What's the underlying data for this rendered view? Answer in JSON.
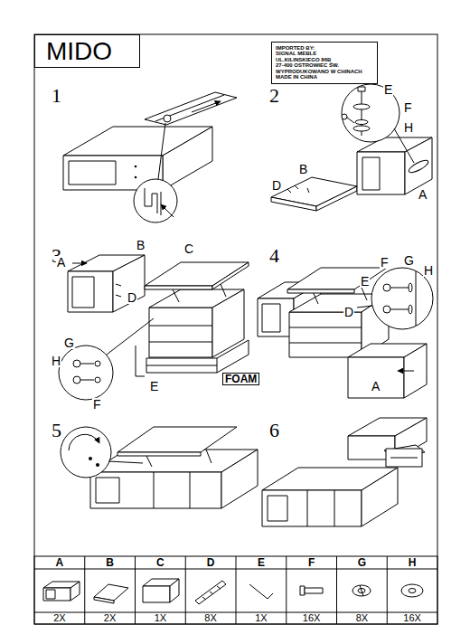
{
  "diagram": {
    "title": "MIDO",
    "nodes": [
      {
        "text": [
          "IMPORTED BY:",
          "SIGNAL MEBLE",
          "UL.KILINSKIEGO 86B",
          "27-400 OSTROWIEC ŚW.",
          "WYPRODUKOWANO W CHINACH",
          "MADE IN CHINA"
        ]
      }
    ],
    "labels": [
      "1",
      "2",
      "3",
      "4",
      "5",
      "6",
      "E",
      "F",
      "H",
      "B",
      "D",
      "A",
      "A",
      "B",
      "C",
      "D",
      "H",
      "G",
      "F",
      "E",
      "FOAM",
      "F",
      "G",
      "H",
      "E",
      "D",
      "A",
      "A",
      "B",
      "C",
      "D",
      "E",
      "F",
      "G",
      "H",
      "2X",
      "2X",
      "1X",
      "8X",
      "1X",
      "16X",
      "8X",
      "16X"
    ]
  }
}
